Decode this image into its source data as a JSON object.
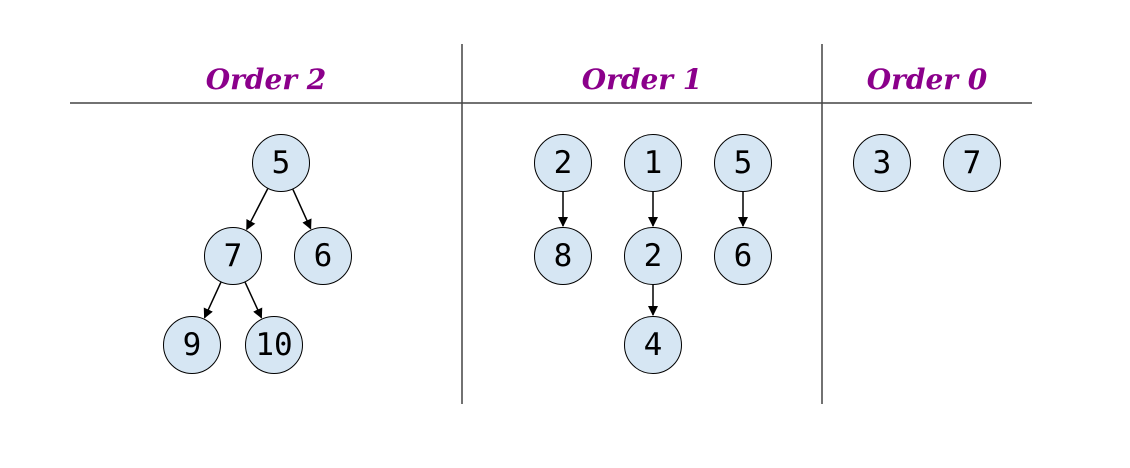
{
  "columns": [
    {
      "heading": "Order 2",
      "nodes": [
        {
          "id": "o2-root",
          "value": "5"
        },
        {
          "id": "o2-a",
          "value": "7"
        },
        {
          "id": "o2-b",
          "value": "6"
        },
        {
          "id": "o2-c",
          "value": "9"
        },
        {
          "id": "o2-d",
          "value": "10"
        }
      ],
      "edges": [
        [
          "o2-root",
          "o2-a"
        ],
        [
          "o2-root",
          "o2-b"
        ],
        [
          "o2-a",
          "o2-c"
        ],
        [
          "o2-a",
          "o2-d"
        ]
      ]
    },
    {
      "heading": "Order 1",
      "nodes": [
        {
          "id": "o1-t1-root",
          "value": "2"
        },
        {
          "id": "o1-t1-child",
          "value": "8"
        },
        {
          "id": "o1-t2-root",
          "value": "1"
        },
        {
          "id": "o1-t2-child",
          "value": "2"
        },
        {
          "id": "o1-t2-grandchild",
          "value": "4"
        },
        {
          "id": "o1-t3-root",
          "value": "5"
        },
        {
          "id": "o1-t3-child",
          "value": "6"
        }
      ],
      "edges": [
        [
          "o1-t1-root",
          "o1-t1-child"
        ],
        [
          "o1-t2-root",
          "o1-t2-child"
        ],
        [
          "o1-t2-child",
          "o1-t2-grandchild"
        ],
        [
          "o1-t3-root",
          "o1-t3-child"
        ]
      ]
    },
    {
      "heading": "Order 0",
      "nodes": [
        {
          "id": "o0-a",
          "value": "3"
        },
        {
          "id": "o0-b",
          "value": "7"
        }
      ],
      "edges": []
    }
  ],
  "colors": {
    "heading": "#8b008b",
    "node_fill": "#d6e6f3",
    "stroke": "#000000",
    "divider": "#444444"
  }
}
